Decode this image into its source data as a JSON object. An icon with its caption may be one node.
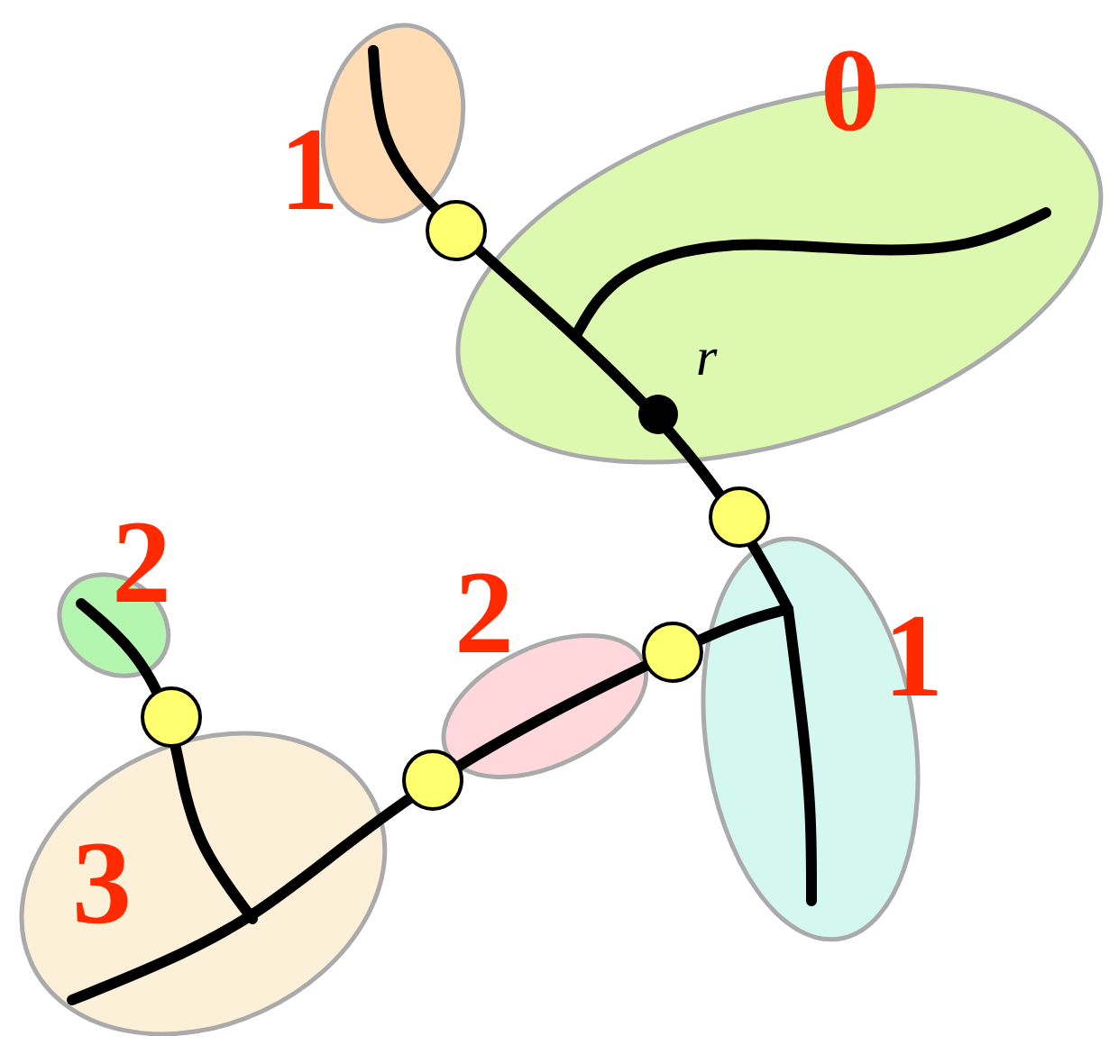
{
  "diagram": {
    "nodes": [
      {
        "text": [
          "0"
        ]
      },
      {
        "text": [
          "1"
        ]
      },
      {
        "text": [
          "1"
        ]
      },
      {
        "text": [
          "2"
        ]
      },
      {
        "text": [
          "2"
        ]
      },
      {
        "text": [
          "3"
        ]
      }
    ],
    "labels": [
      "r"
    ]
  }
}
